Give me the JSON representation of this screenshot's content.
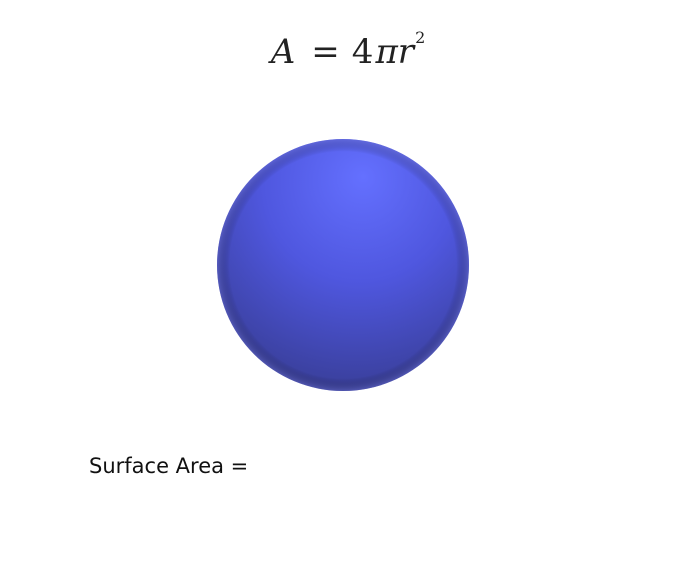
{
  "formula": {
    "lhs": "A",
    "equals": "=",
    "coefficient": "4",
    "pi": "π",
    "variable": "r",
    "exponent": "2"
  },
  "sphere": {
    "color_highlight": "#6470ff",
    "color_mid": "#4f57df",
    "color_shadow": "#363b8f",
    "color_edge": "#6b70c9"
  },
  "surface_area": {
    "label": "Surface Area ="
  }
}
